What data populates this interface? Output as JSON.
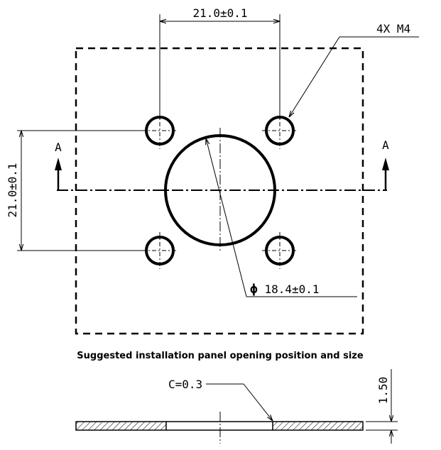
{
  "labels": {
    "hole_callout": "4X M4",
    "horizontal_spacing": "21.0±0.1",
    "vertical_spacing": "21.0±0.1",
    "center_diameter_symbol": "ϕ",
    "center_diameter": "18.4±0.1",
    "section_mark_left": "A",
    "section_mark_right": "A",
    "caption": "Suggested installation panel opening position and size",
    "chamfer": "C=0.3",
    "thickness": "1.50"
  }
}
